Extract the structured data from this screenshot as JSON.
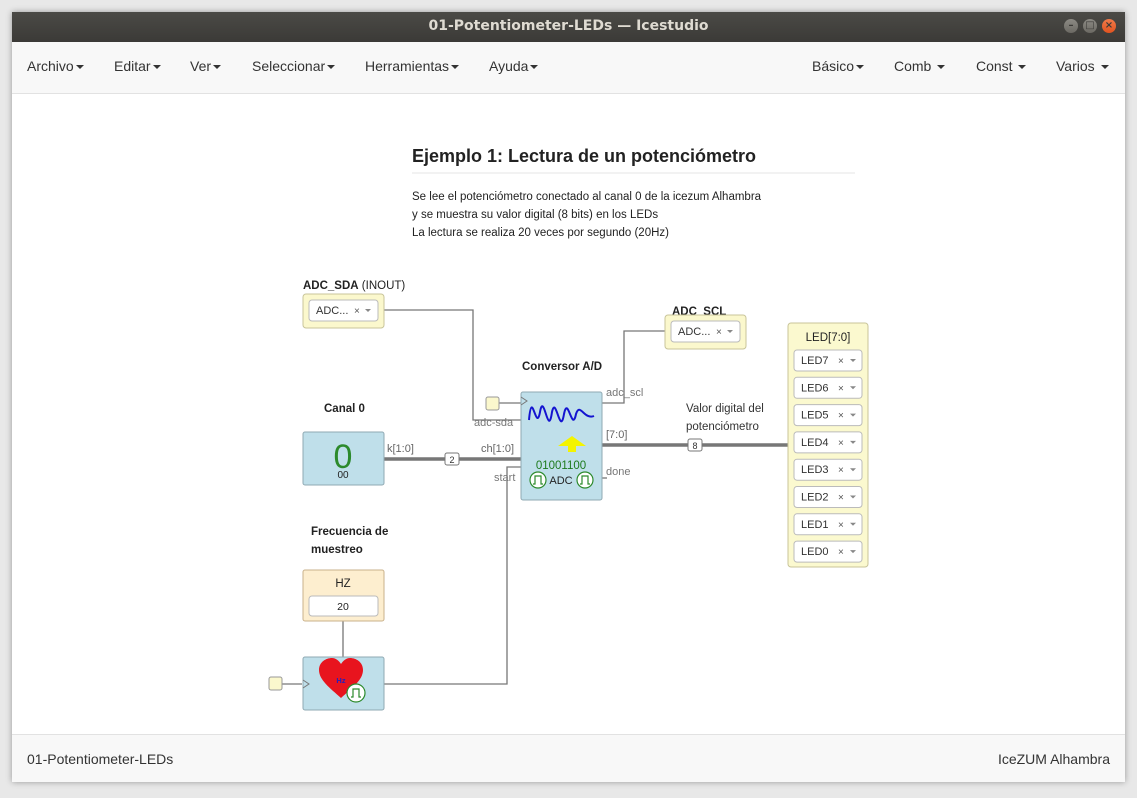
{
  "window": {
    "title": "01-Potentiometer-LEDs — Icestudio"
  },
  "menu": {
    "left": [
      "Archivo",
      "Editar",
      "Ver",
      "Seleccionar",
      "Herramientas",
      "Ayuda"
    ],
    "right": [
      "Básico",
      "Comb",
      "Const",
      "Varios"
    ]
  },
  "doc": {
    "heading": "Ejemplo 1: Lectura de un potenciómetro",
    "lines": [
      "Se lee el potenciómetro conectado al canal 0 de la icezum Alhambra",
      "y se muestra su valor digital (8 bits) en los LEDs",
      "La lectura se realiza 20 veces por segundo (20Hz)"
    ]
  },
  "blocks": {
    "adc_sda": {
      "label": "ADC_SDA",
      "suffix": "(INOUT)",
      "value": "ADC..."
    },
    "adc_scl": {
      "label": "ADC_SCL",
      "value": "ADC..."
    },
    "canal": {
      "label": "Canal 0",
      "big": "0",
      "small": "00"
    },
    "conv": {
      "label": "Conversor A/D",
      "bits": "01001100",
      "name": "ADC",
      "ports": {
        "adc_sda": "adc-sda",
        "adc_scl": "adc_scl",
        "ch": "ch[1:0]",
        "start": "start",
        "out": "[7:0]",
        "done": "done"
      }
    },
    "k_port": "k[1:0]",
    "bus2": "2",
    "bus8": "8",
    "valor_label": [
      "Valor digital del",
      "potenciómetro"
    ],
    "leds": {
      "title": "LED[7:0]",
      "items": [
        "LED7",
        "LED6",
        "LED5",
        "LED4",
        "LED3",
        "LED2",
        "LED1",
        "LED0"
      ]
    },
    "freq": {
      "label": [
        "Frecuencia de",
        "muestreo"
      ],
      "name": "HZ",
      "value": "20"
    },
    "heart": {
      "text": "Hz"
    }
  },
  "footer": {
    "left": "01-Potentiometer-LEDs",
    "right": "IceZUM Alhambra"
  },
  "colors": {
    "block_blue": "#bfdfea",
    "block_yellow": "#fbf8cd",
    "led_panel": "#fbf9cf",
    "const_orange": "#fdeecf",
    "wire": "#777777"
  }
}
